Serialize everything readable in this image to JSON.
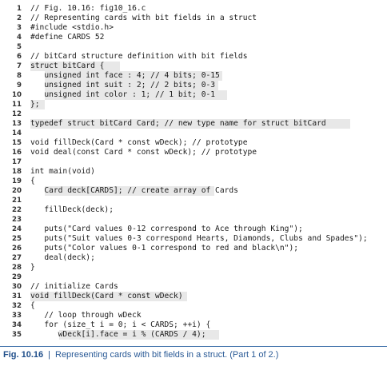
{
  "lines": [
    {
      "n": "1",
      "t": "// Fig. 10.16: fig10_16.c",
      "hl": false
    },
    {
      "n": "2",
      "t": "// Representing cards with bit fields in a struct",
      "hl": false
    },
    {
      "n": "3",
      "t": "#include <stdio.h>",
      "hl": false
    },
    {
      "n": "4",
      "t": "#define CARDS 52",
      "hl": false
    },
    {
      "n": "5",
      "t": "",
      "hl": false
    },
    {
      "n": "6",
      "t": "// bitCard structure definition with bit fields",
      "hl": false
    },
    {
      "n": "7",
      "t": "struct bitCard {",
      "hl": true
    },
    {
      "n": "8",
      "t": "   unsigned int face : 4; // 4 bits; 0-15",
      "hl": true
    },
    {
      "n": "9",
      "t": "   unsigned int suit : 2; // 2 bits; 0-3",
      "hl": true
    },
    {
      "n": "10",
      "t": "   unsigned int color : 1; // 1 bit; 0-1",
      "hl": true
    },
    {
      "n": "11",
      "t": "};",
      "hl": true
    },
    {
      "n": "12",
      "t": "",
      "hl": false
    },
    {
      "n": "13",
      "t": "typedef struct bitCard Card; // new type name for struct bitCard",
      "hl": true
    },
    {
      "n": "14",
      "t": "",
      "hl": false
    },
    {
      "n": "15",
      "t": "void fillDeck(Card * const wDeck); // prototype",
      "hl": false
    },
    {
      "n": "16",
      "t": "void deal(const Card * const wDeck); // prototype",
      "hl": false
    },
    {
      "n": "17",
      "t": "",
      "hl": false
    },
    {
      "n": "18",
      "t": "int main(void)",
      "hl": false
    },
    {
      "n": "19",
      "t": "{",
      "hl": false
    },
    {
      "n": "20",
      "t": "   Card deck[CARDS]; // create array of Cards",
      "hl": true
    },
    {
      "n": "21",
      "t": "",
      "hl": false
    },
    {
      "n": "22",
      "t": "   fillDeck(deck);",
      "hl": false
    },
    {
      "n": "23",
      "t": "",
      "hl": false
    },
    {
      "n": "24",
      "t": "   puts(\"Card values 0-12 correspond to Ace through King\");",
      "hl": false
    },
    {
      "n": "25",
      "t": "   puts(\"Suit values 0-3 correspond Hearts, Diamonds, Clubs and Spades\");",
      "hl": false
    },
    {
      "n": "26",
      "t": "   puts(\"Color values 0-1 correspond to red and black\\n\");",
      "hl": false
    },
    {
      "n": "27",
      "t": "   deal(deck);",
      "hl": false
    },
    {
      "n": "28",
      "t": "}",
      "hl": false
    },
    {
      "n": "29",
      "t": "",
      "hl": false
    },
    {
      "n": "30",
      "t": "// initialize Cards",
      "hl": false
    },
    {
      "n": "31",
      "t": "void fillDeck(Card * const wDeck)",
      "hl": true
    },
    {
      "n": "32",
      "t": "{",
      "hl": false
    },
    {
      "n": "33",
      "t": "   // loop through wDeck",
      "hl": false
    },
    {
      "n": "34",
      "t": "   for (size_t i = 0; i < CARDS; ++i) {",
      "hl": false
    },
    {
      "n": "35",
      "t": "      wDeck[i].face = i % (CARDS / 4);",
      "hl": true
    }
  ],
  "caption": {
    "label": "Fig. 10.16",
    "separator": "|",
    "text": "Representing cards with bit fields in a struct. (Part 1 of 2.)"
  }
}
